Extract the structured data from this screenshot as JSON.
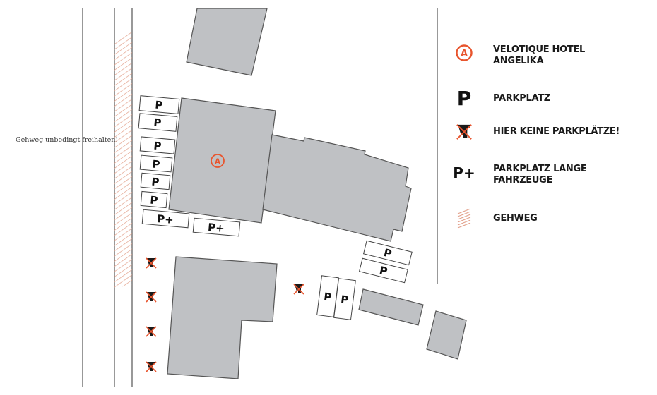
{
  "colors": {
    "accent": "#e8552e",
    "building": "#bfc1c4",
    "outline": "#555555",
    "hatch": "#e2a08a"
  },
  "map": {
    "side_note": "Gehweg unbedingt freihalten!",
    "hotel_marker": "A",
    "parking_label": "P",
    "long_parking_label": "P+"
  },
  "legend": {
    "items": [
      {
        "icon": "hotel-marker-icon",
        "glyph": "A",
        "label_line1": "VELOTIQUE HOTEL",
        "label_line2": "ANGELIKA"
      },
      {
        "icon": "parking-icon",
        "glyph": "P",
        "label_line1": "PARKPLATZ",
        "label_line2": ""
      },
      {
        "icon": "no-parking-icon",
        "glyph": "",
        "label_line1": "HIER KEINE PARKPLÄTZE!",
        "label_line2": ""
      },
      {
        "icon": "long-vehicle-parking-icon",
        "glyph": "P+",
        "label_line1": "PARKPLATZ LANGE",
        "label_line2": "FAHRZEUGE"
      },
      {
        "icon": "sidewalk-hatch-icon",
        "glyph": "",
        "label_line1": "GEHWEG",
        "label_line2": ""
      }
    ]
  }
}
